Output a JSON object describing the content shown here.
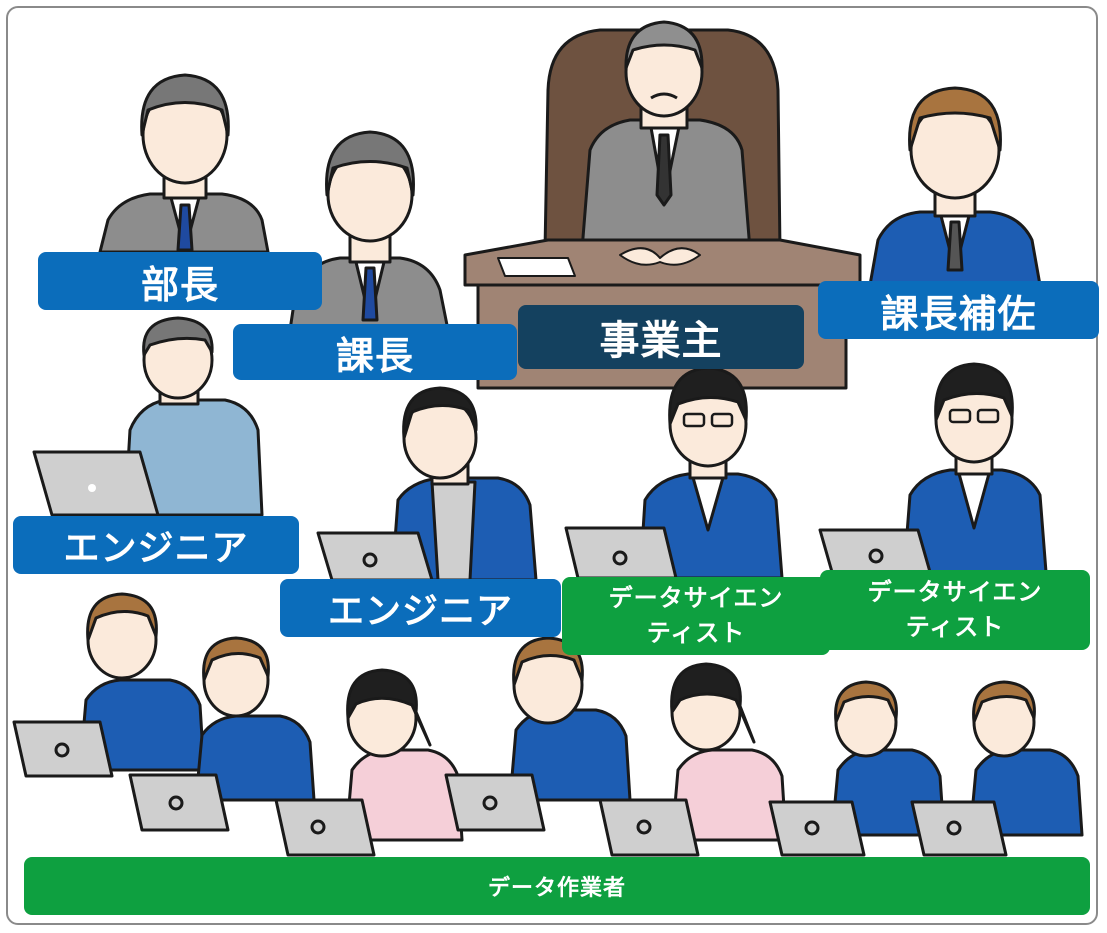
{
  "roles": {
    "owner": "事業主",
    "department_head": "部長",
    "section_chief": "課長",
    "assistant_chief": "課長補佐",
    "engineer_1": "エンジニア",
    "engineer_2": "エンジニア",
    "data_scientist_1": "データサイエン\nティスト",
    "data_scientist_2": "データサイエン\nティスト",
    "data_worker": "データ作業者"
  },
  "colors": {
    "management_label": "#0b6dbb",
    "owner_label": "#14415f",
    "data_label": "#0ea040",
    "suit_gray": "#8d8d8d",
    "suit_blue": "#1d5db3",
    "chair_brown": "#6e5240",
    "desk_brown": "#a08474",
    "shirt_lightblue": "#8fb6d3",
    "sweater_pink": "#f5cfd8",
    "laptop_gray": "#cfcfcf",
    "hair_brown": "#a8743f",
    "hair_gray": "#777777",
    "hair_black": "#1f1f1f",
    "skin": "#fbeadb"
  }
}
